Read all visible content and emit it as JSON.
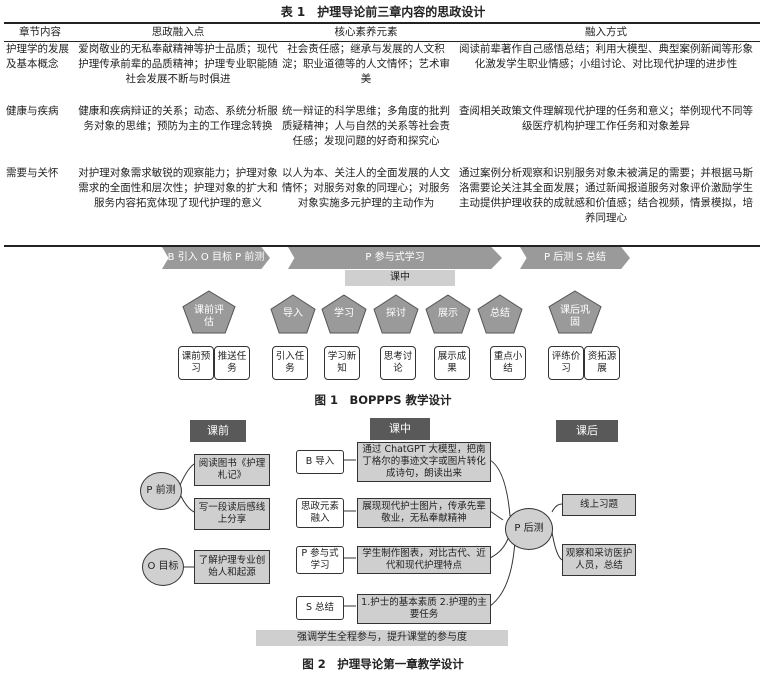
{
  "table": {
    "title": "表 1　护理导论前三章内容的思政设计",
    "headers": [
      "章节内容",
      "思政融入点",
      "核心素养元素",
      "融入方式"
    ],
    "rows": [
      {
        "chapter": "护理学的发展及基本概念",
        "points": "爱岗敬业的无私奉献精神等护士品质；现代护理传承前辈的品质精神；护理专业职能随社会发展不断与时俱进",
        "elements": "社会责任感；继承与发展的人文积淀；职业道德等的人文情怀；艺术审美",
        "methods": "阅读前辈著作自己感悟总结；利用大模型、典型案例新闻等形象化激发学生职业情感；小组讨论、对比现代护理的进步性"
      },
      {
        "chapter": "健康与疾病",
        "points": "健康和疾病辩证的关系；动态、系统分析服务对象的思维；预防为主的工作理念转换",
        "elements": "统一辩证的科学思维；多角度的批判质疑精神；人与自然的关系等社会责任感；发现问题的好奇和探究心",
        "methods": "查阅相关政策文件理解现代护理的任务和意义；举例现代不同等级医疗机构护理工作任务和对象差异"
      },
      {
        "chapter": "需要与关怀",
        "points": "对护理对象需求敏锐的观察能力；护理对象需求的全面性和层次性；护理对象的扩大和服务内容拓宽体现了现代护理的意义",
        "elements": "以人为本、关注人的全面发展的人文情怀；对服务对象的同理心；对服务对象实施多元护理的主动作为",
        "methods": "通过案例分析观察和识别服务对象未被满足的需要；并根据马斯洛需要论关注其全面发展；通过新闻报道服务对象评价激励学生主动提供护理收获的成就感和价值感；结合视频，情景模拟，培养同理心"
      }
    ]
  },
  "fig1": {
    "arrows": [
      "B 引入 O 目标 P 前测",
      "P 参与式学习",
      "P 后测 S 总结"
    ],
    "mid_label": "课中",
    "pentagons": [
      "课前评估",
      "导入",
      "学习",
      "探讨",
      "展示",
      "总结",
      "课后巩固"
    ],
    "boxes": [
      "课前预习",
      "推送任务",
      "引入任务",
      "学习新知",
      "思考讨论",
      "展示成果",
      "重点小结",
      "评练价习",
      "资拓源展"
    ],
    "caption": "图 1　BOPPPS 教学设计"
  },
  "fig2": {
    "headers": [
      "课前",
      "课中",
      "课后"
    ],
    "pre_circles": [
      "P 前测",
      "O 目标"
    ],
    "pre_boxes": [
      "阅读图书《护理札记》",
      "写一段读后感线上分享",
      "了解护理专业创始人和起源"
    ],
    "mid_labels": [
      "B 导入",
      "思政元素融入",
      "P 参与式学习",
      "S 总结"
    ],
    "mid_boxes": [
      "通过 ChatGPT 大模型，把南丁格尔的事迹文字或图片转化成诗句，朗读出来",
      "展现现代护士图片，传承先辈敬业，无私奉献精神",
      "学生制作图表，对比古代、近代和现代护理特点",
      "1.护士的基本素质 2.护理的主要任务"
    ],
    "post_circle": "P 后测",
    "post_boxes": [
      "线上习题",
      "观察和采访医护人员，总结"
    ],
    "banner": "强调学生全程参与，提升课堂的参与度",
    "caption": "图 2　护理导论第一章教学设计"
  }
}
